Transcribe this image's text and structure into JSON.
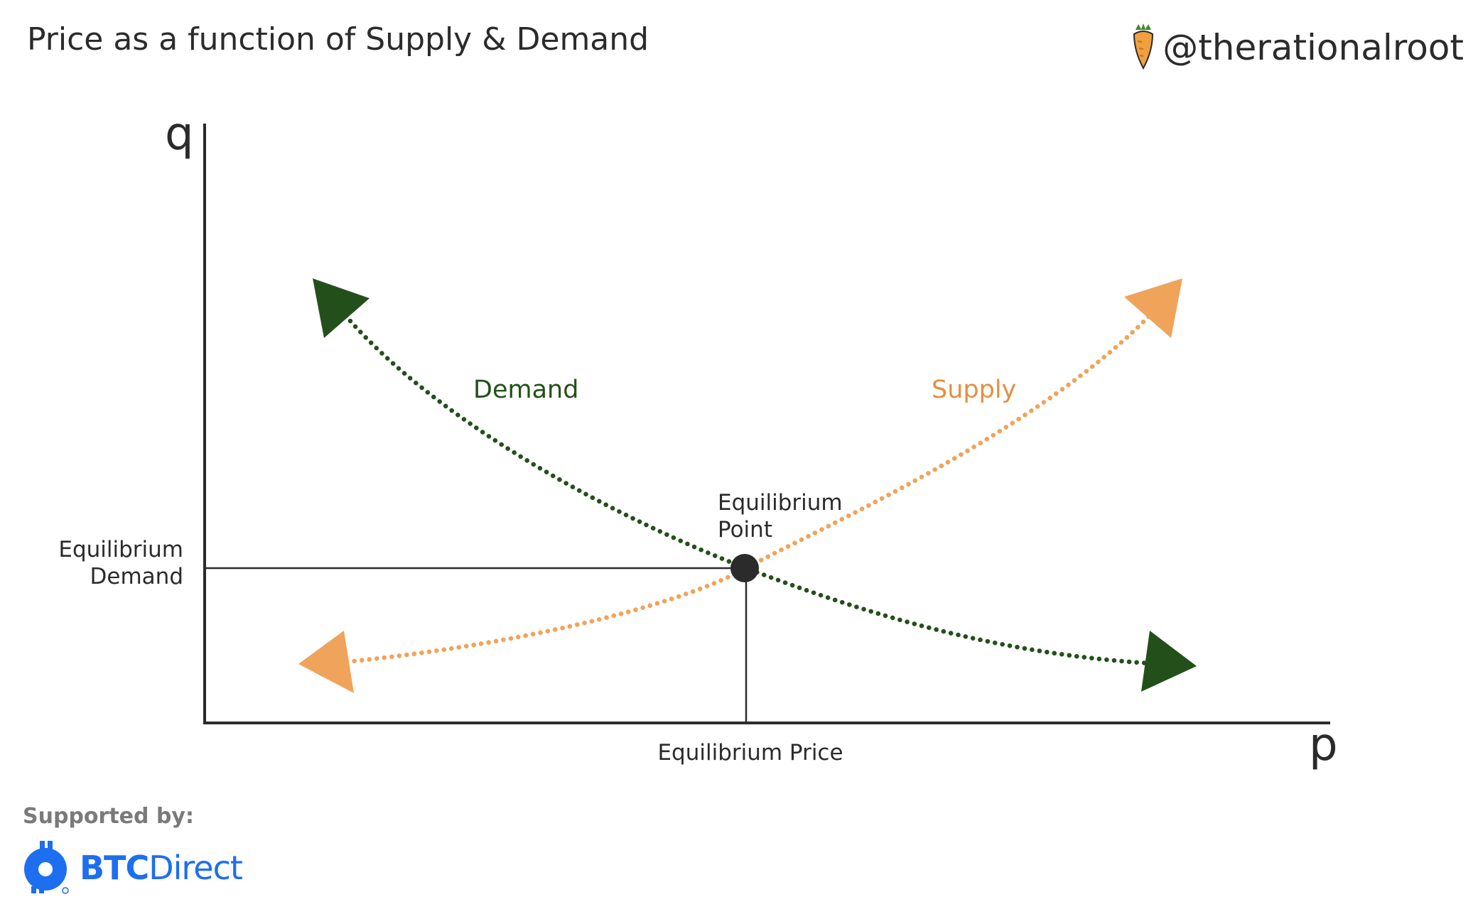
{
  "header": {
    "title": "Price as a function of Supply & Demand",
    "handle": "@therationalroot",
    "handle_icon": "carrot-icon"
  },
  "diagram": {
    "axes": {
      "y_label": "q",
      "x_label": "p"
    },
    "curves": [
      {
        "name": "Demand",
        "color": "#23501a",
        "direction": "falling"
      },
      {
        "name": "Supply",
        "color": "#f0a35a",
        "direction": "rising"
      }
    ],
    "equilibrium_point": {
      "label_line1": "Equilibrium",
      "label_line2": "Point"
    },
    "equilibrium_demand": {
      "label_line1": "Equilibrium",
      "label_line2": "Demand"
    },
    "equilibrium_price": {
      "label": "Equilibrium Price"
    }
  },
  "footer": {
    "supported_by": "Supported by:",
    "sponsor_bold": "BTC",
    "sponsor_light": "Direct",
    "sponsor_icon": "btcdirect-logo-icon",
    "sponsor_color": "#1e6ef0"
  }
}
